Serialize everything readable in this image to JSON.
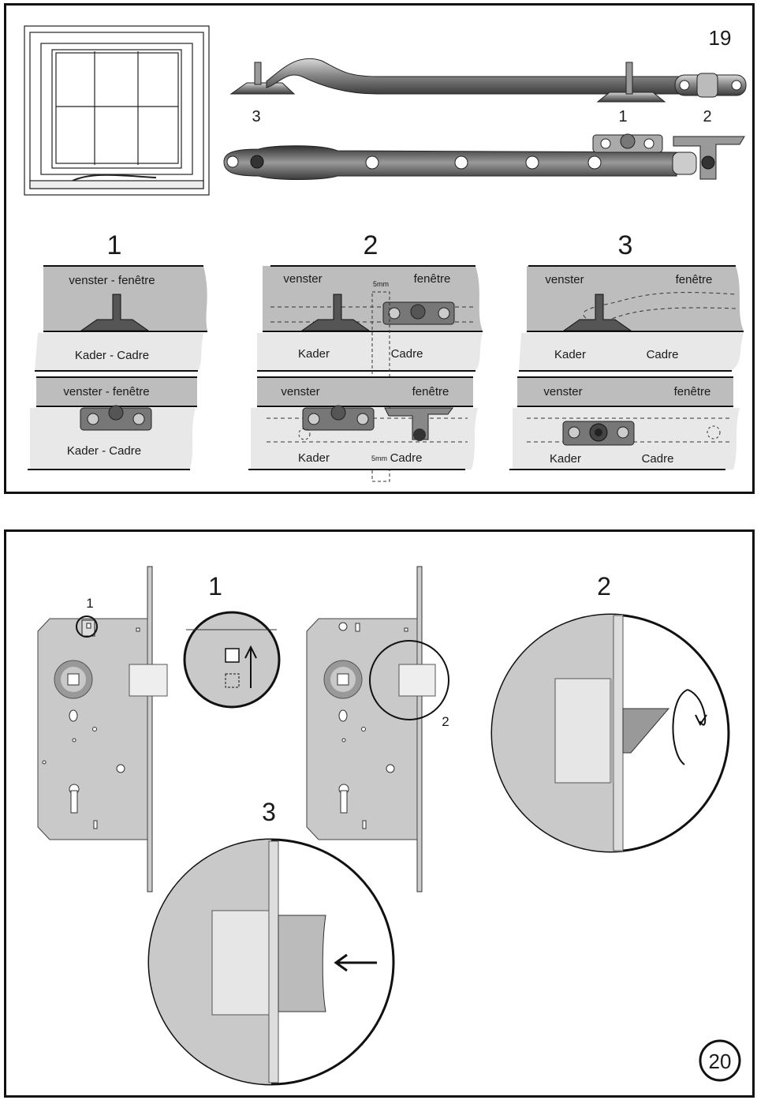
{
  "page_top": {
    "page_number": "19",
    "callouts": {
      "c3": "3",
      "c1": "1",
      "c2": "2"
    },
    "steps": [
      {
        "number": "1",
        "upper_top_label": "venster - fenêtre",
        "upper_bottom_label": "Kader - Cadre",
        "lower_top_label": "venster - fenêtre",
        "lower_bottom_label": "Kader - Cadre"
      },
      {
        "number": "2",
        "upper_top_left": "venster",
        "upper_top_right": "fenêtre",
        "upper_bottom_left": "Kader",
        "upper_bottom_right": "Cadre",
        "lower_top_left": "venster",
        "lower_top_right": "fenêtre",
        "lower_bottom_left": "Kader",
        "lower_bottom_right": "Cadre",
        "gap_label_upper": "5mm",
        "gap_label_lower": "5mm"
      },
      {
        "number": "3",
        "upper_top_left": "venster",
        "upper_top_right": "fenêtre",
        "upper_bottom_left": "Kader",
        "upper_bottom_right": "Cadre",
        "lower_top_left": "venster",
        "lower_top_right": "fenêtre",
        "lower_bottom_left": "Kader",
        "lower_bottom_right": "Cadre"
      }
    ]
  },
  "page_bottom": {
    "page_number": "20",
    "small_callout_1": "1",
    "small_callout_2": "2",
    "step1_number": "1",
    "step2_number": "2",
    "step3_number": "3"
  }
}
